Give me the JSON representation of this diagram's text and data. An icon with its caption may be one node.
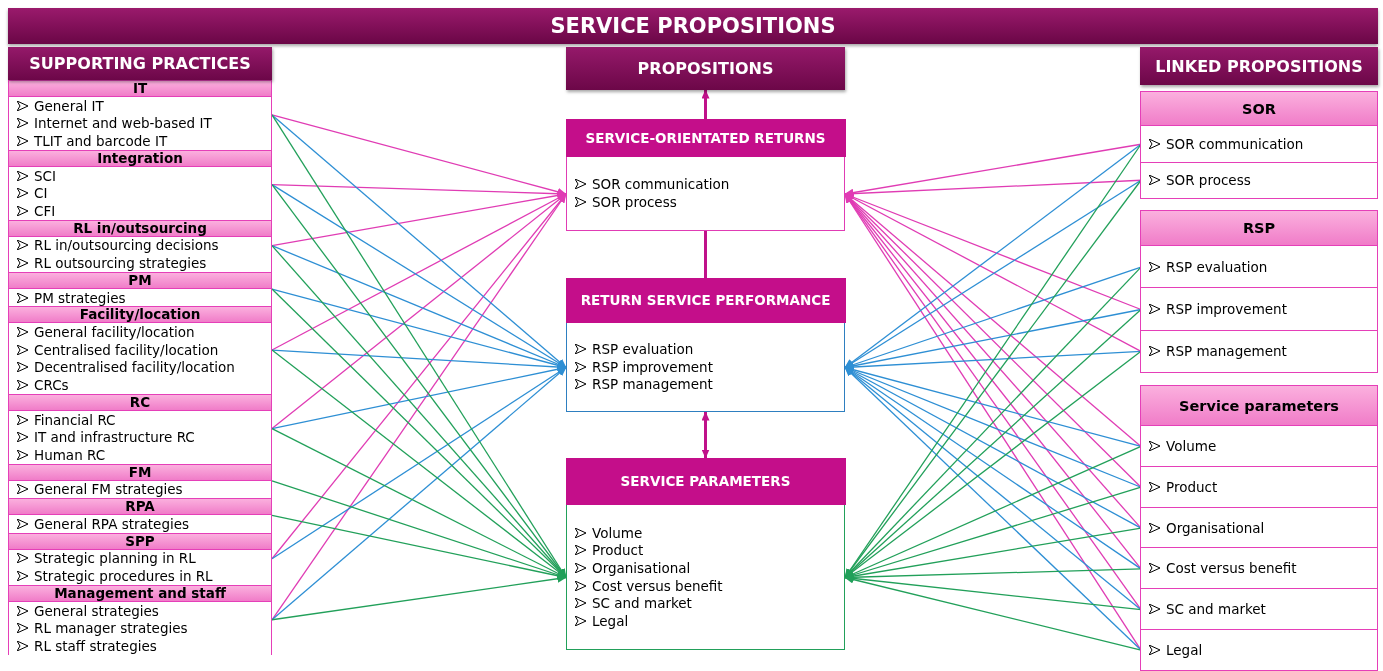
{
  "diagram": {
    "title": "SERVICE PROPOSITIONS",
    "nodes": [
      {
        "text": [
          "SUPPORTING PRACTICES"
        ]
      },
      {
        "text": [
          "PROPOSITIONS"
        ]
      },
      {
        "text": [
          "LINKED PROPOSITIONS"
        ]
      },
      {
        "text": [
          "IT",
          "General IT",
          "Internet and web-based IT",
          "TLIT and barcode IT"
        ]
      },
      {
        "text": [
          "Integration",
          "SCI",
          "CI",
          "CFI"
        ]
      },
      {
        "text": [
          "RL in/outsourcing",
          "RL in/outsourcing decisions",
          "RL outsourcing strategies"
        ]
      },
      {
        "text": [
          "PM",
          "PM strategies"
        ]
      },
      {
        "text": [
          "Facility/location",
          "General facility/location",
          "Centralised facility/location",
          "Decentralised facility/location",
          "CRCs"
        ]
      },
      {
        "text": [
          "RC",
          "Financial RC",
          "IT and infrastructure RC",
          "Human RC"
        ]
      },
      {
        "text": [
          "FM",
          "General FM strategies"
        ]
      },
      {
        "text": [
          "RPA",
          "General RPA strategies"
        ]
      },
      {
        "text": [
          "SPP",
          "Strategic planning in RL",
          "Strategic procedures in RL"
        ]
      },
      {
        "text": [
          "Management and staff",
          "General strategies",
          "RL manager strategies",
          "RL staff strategies"
        ]
      },
      {
        "text": [
          "SERVICE-ORIENTATED RETURNS",
          "SOR communication",
          "SOR process"
        ]
      },
      {
        "text": [
          "RETURN SERVICE PERFORMANCE",
          "RSP evaluation",
          "RSP improvement",
          "RSP management"
        ]
      },
      {
        "text": [
          "SERVICE PARAMETERS",
          "Volume",
          "Product",
          "Organisational",
          "Cost versus benefit",
          "SC and market",
          "Legal"
        ]
      },
      {
        "text": [
          "SOR"
        ]
      },
      {
        "text": [
          "SOR communication"
        ],
        "in": 16
      },
      {
        "text": [
          "SOR process"
        ],
        "in": 16
      },
      {
        "text": [
          "RSP"
        ]
      },
      {
        "text": [
          "RSP evaluation"
        ],
        "in": 19
      },
      {
        "text": [
          "RSP improvement"
        ],
        "in": 19
      },
      {
        "text": [
          "RSP management"
        ],
        "in": 19
      },
      {
        "text": [
          "Service parameters"
        ]
      },
      {
        "text": [
          "Volume"
        ],
        "in": 23
      },
      {
        "text": [
          "Product"
        ],
        "in": 23
      },
      {
        "text": [
          "Organisational"
        ],
        "in": 23
      },
      {
        "text": [
          "Cost versus benefit"
        ],
        "in": 23
      },
      {
        "text": [
          "SC and market"
        ],
        "in": 23
      },
      {
        "text": [
          "Legal"
        ],
        "in": 23
      }
    ],
    "edges": [
      {
        "from": 13,
        "to": 1,
        "arrow": "to",
        "color": "#c0128a"
      },
      {
        "from": 13,
        "to": 14,
        "arrow": "none",
        "color": "#c0128a"
      },
      {
        "from": 14,
        "to": 15,
        "arrow": "both",
        "color": "#c0128a"
      },
      {
        "from": 3,
        "to": 13,
        "arrow": "to",
        "color": "#e03cb4"
      },
      {
        "from": 4,
        "to": 13,
        "arrow": "to",
        "color": "#e03cb4"
      },
      {
        "from": 5,
        "to": 13,
        "arrow": "to",
        "color": "#e03cb4"
      },
      {
        "from": 7,
        "to": 13,
        "arrow": "to",
        "color": "#e03cb4"
      },
      {
        "from": 8,
        "to": 13,
        "arrow": "to",
        "color": "#e03cb4"
      },
      {
        "from": 11,
        "to": 13,
        "arrow": "to",
        "color": "#e03cb4"
      },
      {
        "from": 12,
        "to": 13,
        "arrow": "to",
        "color": "#e03cb4"
      },
      {
        "from": 3,
        "to": 14,
        "arrow": "to",
        "color": "#2e8fd4"
      },
      {
        "from": 4,
        "to": 14,
        "arrow": "to",
        "color": "#2e8fd4"
      },
      {
        "from": 5,
        "to": 14,
        "arrow": "to",
        "color": "#2e8fd4"
      },
      {
        "from": 6,
        "to": 14,
        "arrow": "to",
        "color": "#2e8fd4"
      },
      {
        "from": 7,
        "to": 14,
        "arrow": "to",
        "color": "#2e8fd4"
      },
      {
        "from": 8,
        "to": 14,
        "arrow": "to",
        "color": "#2e8fd4"
      },
      {
        "from": 11,
        "to": 14,
        "arrow": "to",
        "color": "#2e8fd4"
      },
      {
        "from": 12,
        "to": 14,
        "arrow": "to",
        "color": "#2e8fd4"
      },
      {
        "from": 3,
        "to": 15,
        "arrow": "to",
        "color": "#22a05a"
      },
      {
        "from": 4,
        "to": 15,
        "arrow": "to",
        "color": "#22a05a"
      },
      {
        "from": 5,
        "to": 15,
        "arrow": "to",
        "color": "#22a05a"
      },
      {
        "from": 6,
        "to": 15,
        "arrow": "to",
        "color": "#22a05a"
      },
      {
        "from": 7,
        "to": 15,
        "arrow": "to",
        "color": "#22a05a"
      },
      {
        "from": 8,
        "to": 15,
        "arrow": "to",
        "color": "#22a05a"
      },
      {
        "from": 9,
        "to": 15,
        "arrow": "to",
        "color": "#22a05a"
      },
      {
        "from": 10,
        "to": 15,
        "arrow": "to",
        "color": "#22a05a"
      },
      {
        "from": 12,
        "to": 15,
        "arrow": "to",
        "color": "#22a05a"
      },
      {
        "from": 17,
        "to": 13,
        "arrow": "to",
        "color": "#e03cb4"
      },
      {
        "from": 18,
        "to": 13,
        "arrow": "to",
        "color": "#e03cb4"
      },
      {
        "from": 21,
        "to": 13,
        "arrow": "to",
        "color": "#e03cb4"
      },
      {
        "from": 22,
        "to": 13,
        "arrow": "to",
        "color": "#e03cb4"
      },
      {
        "from": 24,
        "to": 13,
        "arrow": "to",
        "color": "#e03cb4"
      },
      {
        "from": 25,
        "to": 13,
        "arrow": "to",
        "color": "#e03cb4"
      },
      {
        "from": 26,
        "to": 13,
        "arrow": "to",
        "color": "#e03cb4"
      },
      {
        "from": 27,
        "to": 13,
        "arrow": "to",
        "color": "#e03cb4"
      },
      {
        "from": 28,
        "to": 13,
        "arrow": "to",
        "color": "#e03cb4"
      },
      {
        "from": 29,
        "to": 13,
        "arrow": "to",
        "color": "#e03cb4"
      },
      {
        "from": 17,
        "to": 14,
        "arrow": "to",
        "color": "#2e8fd4"
      },
      {
        "from": 18,
        "to": 14,
        "arrow": "to",
        "color": "#2e8fd4"
      },
      {
        "from": 20,
        "to": 14,
        "arrow": "to",
        "color": "#2e8fd4"
      },
      {
        "from": 21,
        "to": 14,
        "arrow": "to",
        "color": "#2e8fd4"
      },
      {
        "from": 22,
        "to": 14,
        "arrow": "to",
        "color": "#2e8fd4"
      },
      {
        "from": 24,
        "to": 14,
        "arrow": "to",
        "color": "#2e8fd4"
      },
      {
        "from": 25,
        "to": 14,
        "arrow": "to",
        "color": "#2e8fd4"
      },
      {
        "from": 26,
        "to": 14,
        "arrow": "to",
        "color": "#2e8fd4"
      },
      {
        "from": 27,
        "to": 14,
        "arrow": "to",
        "color": "#2e8fd4"
      },
      {
        "from": 28,
        "to": 14,
        "arrow": "to",
        "color": "#2e8fd4"
      },
      {
        "from": 29,
        "to": 14,
        "arrow": "to",
        "color": "#2e8fd4"
      },
      {
        "from": 17,
        "to": 15,
        "arrow": "to",
        "color": "#22a05a"
      },
      {
        "from": 18,
        "to": 15,
        "arrow": "to",
        "color": "#22a05a"
      },
      {
        "from": 20,
        "to": 15,
        "arrow": "to",
        "color": "#22a05a"
      },
      {
        "from": 21,
        "to": 15,
        "arrow": "to",
        "color": "#22a05a"
      },
      {
        "from": 22,
        "to": 15,
        "arrow": "to",
        "color": "#22a05a"
      },
      {
        "from": 24,
        "to": 15,
        "arrow": "to",
        "color": "#22a05a"
      },
      {
        "from": 25,
        "to": 15,
        "arrow": "to",
        "color": "#22a05a"
      },
      {
        "from": 26,
        "to": 15,
        "arrow": "to",
        "color": "#22a05a"
      },
      {
        "from": 27,
        "to": 15,
        "arrow": "to",
        "color": "#22a05a"
      },
      {
        "from": 28,
        "to": 15,
        "arrow": "to",
        "color": "#22a05a"
      },
      {
        "from": 29,
        "to": 15,
        "arrow": "to",
        "color": "#22a05a"
      }
    ]
  }
}
